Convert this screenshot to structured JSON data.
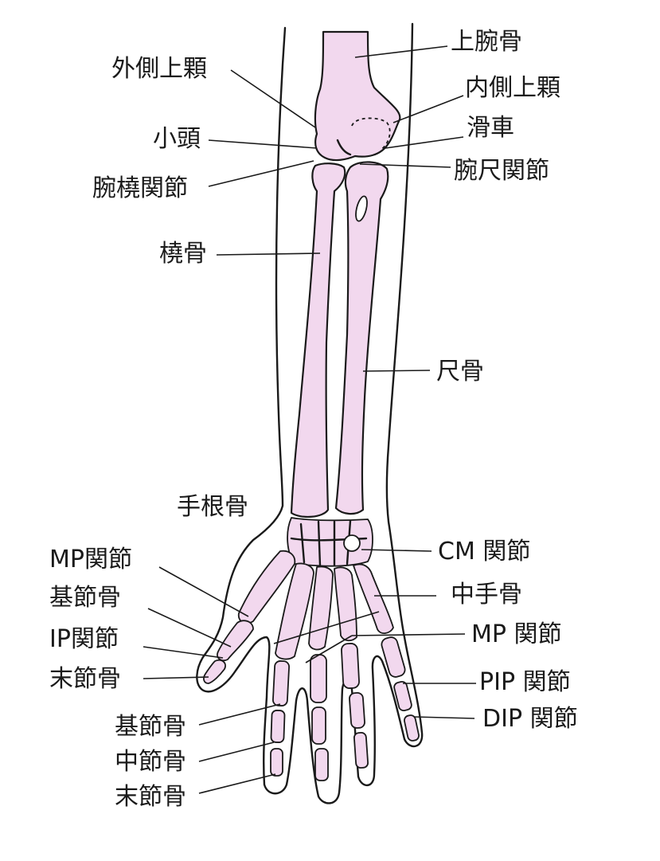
{
  "colors": {
    "bone_fill": "#f2d8ee",
    "outline": "#1a1a1a",
    "background": "#ffffff"
  },
  "labels": {
    "humerus": "上腕骨",
    "lateral_epicondyle": "外側上顆",
    "medial_epicondyle": "内側上顆",
    "capitulum": "小頭",
    "trochlea": "滑車",
    "humeroradial_joint": "腕橈関節",
    "humeroulnar_joint": "腕尺関節",
    "radius": "橈骨",
    "ulna": "尺骨",
    "carpals": "手根骨",
    "cm_joint": "CM 関節",
    "metacarpal": "中手骨",
    "thumb_mp_joint": "MP関節",
    "thumb_proximal_phalanx": "基節骨",
    "thumb_ip_joint": "IP関節",
    "thumb_distal_phalanx": "末節骨",
    "finger_mp_joint": "MP 関節",
    "pip_joint": "PIP 関節",
    "dip_joint": "DIP 関節",
    "finger_proximal_phalanx": "基節骨",
    "finger_middle_phalanx": "中節骨",
    "finger_distal_phalanx": "末節骨"
  }
}
